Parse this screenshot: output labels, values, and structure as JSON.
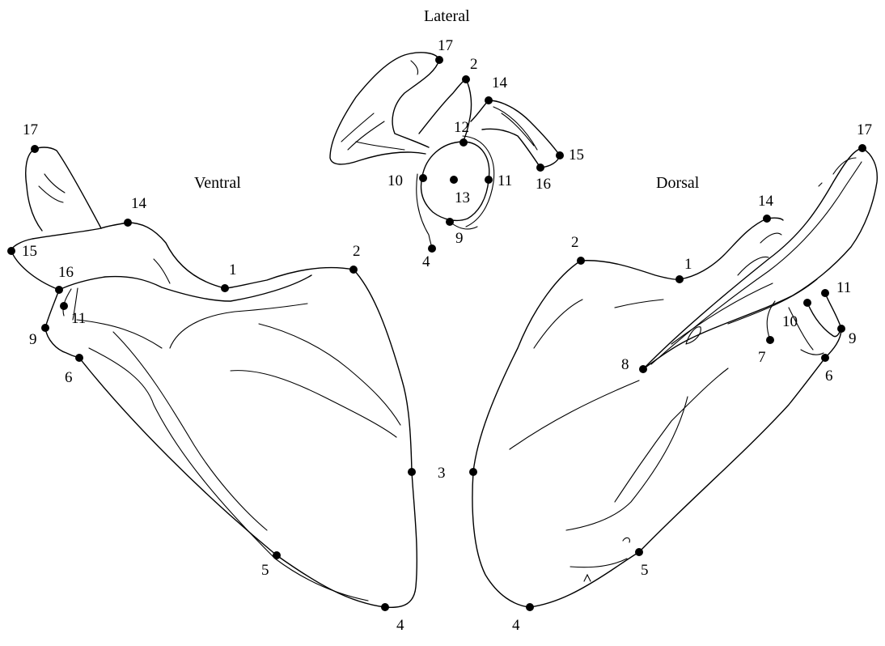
{
  "views": {
    "ventral": {
      "title": "Ventral"
    },
    "lateral": {
      "title": "Lateral"
    },
    "dorsal": {
      "title": "Dorsal"
    }
  },
  "landmarks": {
    "ventral": [
      "1",
      "2",
      "3",
      "4",
      "5",
      "6",
      "9",
      "11",
      "14",
      "15",
      "16",
      "17"
    ],
    "lateral": [
      "2",
      "4",
      "9",
      "10",
      "11",
      "12",
      "13",
      "14",
      "15",
      "16",
      "17"
    ],
    "dorsal": [
      "1",
      "2",
      "3",
      "4",
      "5",
      "6",
      "7",
      "8",
      "9",
      "10",
      "11",
      "14",
      "17"
    ]
  }
}
